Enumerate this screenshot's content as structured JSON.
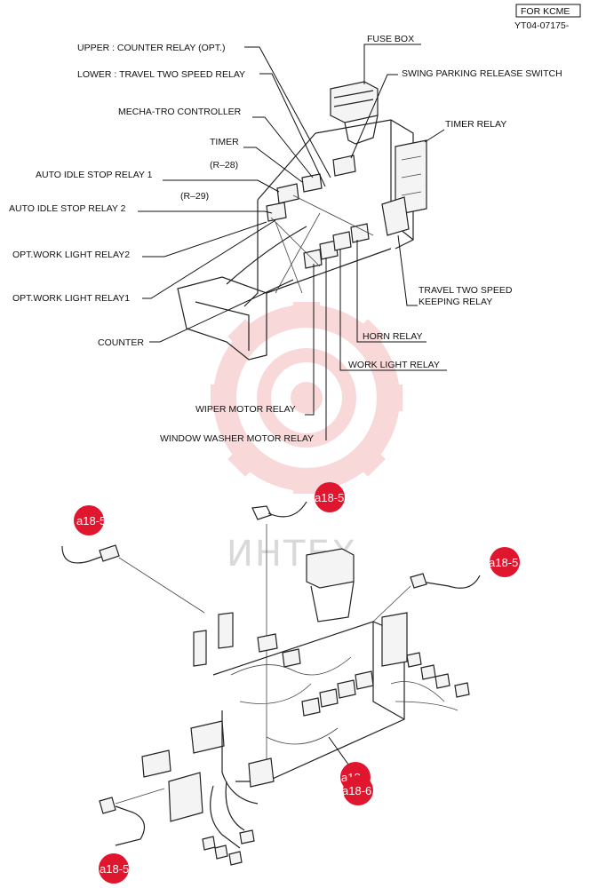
{
  "header": {
    "tag": "FOR KCME",
    "code": "YT04-07175-"
  },
  "labels": {
    "upper_counter_relay": "UPPER : COUNTER RELAY (OPT.)",
    "lower_travel_two_speed": "LOWER : TRAVEL TWO SPEED RELAY",
    "fuse_box": "FUSE BOX",
    "swing_parking_release": "SWING PARKING RELEASE SWITCH",
    "mecha_tro": "MECHA-TRO CONTROLLER",
    "timer_relay": "TIMER RELAY",
    "timer": "TIMER",
    "r28": "(R–28)",
    "auto_idle_1": "AUTO IDLE STOP RELAY 1",
    "r29": "(R–29)",
    "auto_idle_2": "AUTO IDLE STOP RELAY 2",
    "opt_work_light_2": "OPT.WORK LIGHT RELAY2",
    "travel_two_speed_keeping_1": "TRAVEL TWO SPEED",
    "travel_two_speed_keeping_2": "KEEPING RELAY",
    "opt_work_light_1": "OPT.WORK LIGHT RELAY1",
    "counter": "COUNTER",
    "horn_relay": "HORN RELAY",
    "work_light_relay": "WORK LIGHT RELAY",
    "wiper_motor_relay": "WIPER MOTOR RELAY",
    "window_washer_motor_relay": "WINDOW WASHER MOTOR RELAY"
  },
  "callouts": {
    "c1": "a18-5",
    "c2": "a18-5",
    "c3": "a18-5",
    "c4": "a18-5",
    "c5": "a18-",
    "c6": "a18-6"
  },
  "watermark": "ИНТЕХ",
  "colors": {
    "callout": "#e0152e",
    "watermark_gear": "#f3b9b9",
    "line": "#111111"
  }
}
